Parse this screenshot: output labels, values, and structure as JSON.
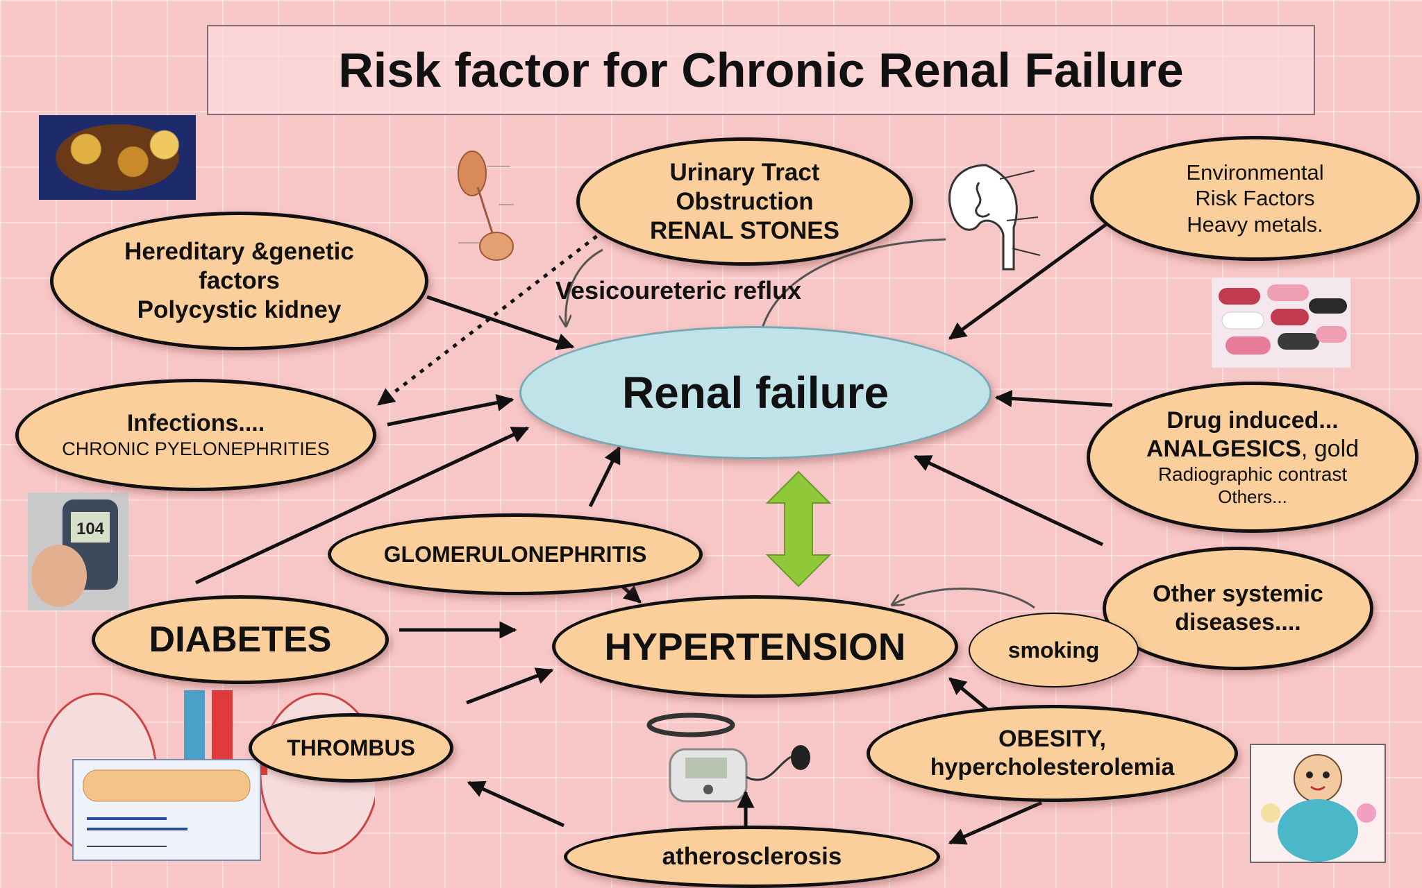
{
  "title": "Risk factor for Chronic Renal Failure",
  "center": "Renal failure",
  "hypertension": "HYPERTENSION",
  "diabetes": "DIABETES",
  "urinary": {
    "line1": "Urinary Tract",
    "line2": "Obstruction",
    "line3": "RENAL STONES"
  },
  "vesico": "Vesicoureteric  reflux",
  "environmental": {
    "line1": "Environmental",
    "line2": "Risk Factors",
    "line3": "Heavy metals."
  },
  "hereditary": {
    "line1": "Hereditary &genetic",
    "line2": "factors",
    "line3": "Polycystic kidney"
  },
  "infections": {
    "line1": "Infections....",
    "line2": "CHRONIC PYELONEPHRITIES"
  },
  "drug": {
    "line1": "Drug induced...",
    "line2_bold": "ANALGESICS",
    "line2_rest": ", gold",
    "line3": "Radiographic contrast",
    "line4": "Others..."
  },
  "glomerulo": "GLOMERULONEPHRITIS",
  "systemic": {
    "line1": "Other systemic",
    "line2": "diseases...."
  },
  "smoking": "smoking",
  "thrombus": "THROMBUS",
  "obesity": {
    "line1": "OBESITY,",
    "line2": "hypercholesterolemia"
  },
  "atherosclerosis": "atherosclerosis",
  "colors": {
    "background": "#f7c6c6",
    "node_fill": "#fbcf9b",
    "center_fill": "#bfe3e8",
    "double_arrow": "#8fc93a",
    "arrow": "#111111"
  },
  "icons": [
    "kidney-specimen-photo",
    "urinary-tract-diagram-icon",
    "kidney-cross-section-icon",
    "pills-photo",
    "glucose-meter-photo",
    "kidney-vessels-illustration",
    "blood-pressure-monitor-icon",
    "obese-child-cartoon"
  ]
}
